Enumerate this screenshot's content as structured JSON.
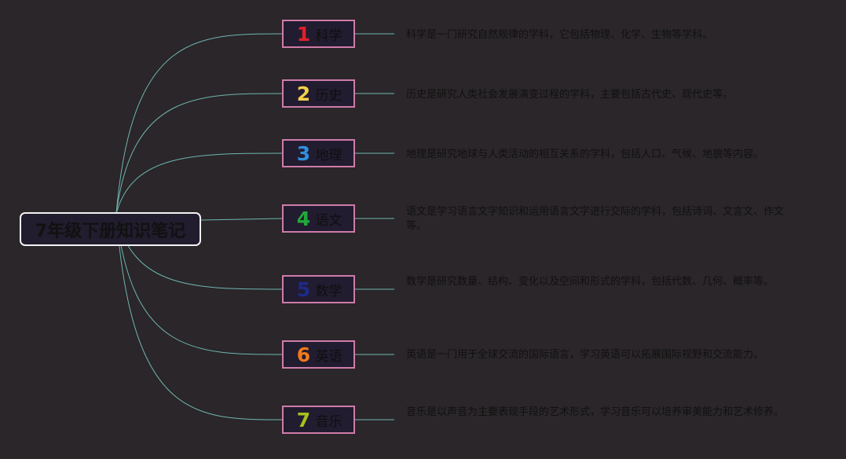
{
  "root": {
    "title": "7年级下册知识笔记"
  },
  "colors": {
    "background": "#2a2629",
    "link": "#6fb5b0",
    "root_border": "#f2f2f2",
    "topic_border": "#cf7ca9",
    "node_fill": "#221c30"
  },
  "topics": [
    {
      "number": "1",
      "number_color": "#e0202a",
      "label": "科学",
      "description": "科学是一门研究自然规律的学科，它包括物理、化学、生物等学科。"
    },
    {
      "number": "2",
      "number_color": "#f3d04a",
      "label": "历史",
      "description": "历史是研究人类社会发展演变过程的学科，主要包括古代史、现代史等。"
    },
    {
      "number": "3",
      "number_color": "#2f8fe0",
      "label": "地理",
      "description": "地理是研究地球与人类活动的相互关系的学科，包括人口、气候、地貌等内容。"
    },
    {
      "number": "4",
      "number_color": "#22a83a",
      "label": "语文",
      "description": "语文是学习语言文字知识和运用语言文字进行交际的学科，包括诗词、文言文、作文等。"
    },
    {
      "number": "5",
      "number_color": "#1c2a8a",
      "label": "数学",
      "description": "数学是研究数量、结构、变化以及空间和形式的学科，包括代数、几何、概率等。"
    },
    {
      "number": "6",
      "number_color": "#f07a1a",
      "label": "英语",
      "description": "英语是一门用于全球交流的国际语言，学习英语可以拓展国际视野和交流能力。"
    },
    {
      "number": "7",
      "number_color": "#a6c21a",
      "label": "音乐",
      "description": "音乐是以声音为主要表现手段的艺术形式，学习音乐可以培养审美能力和艺术修养。"
    }
  ]
}
